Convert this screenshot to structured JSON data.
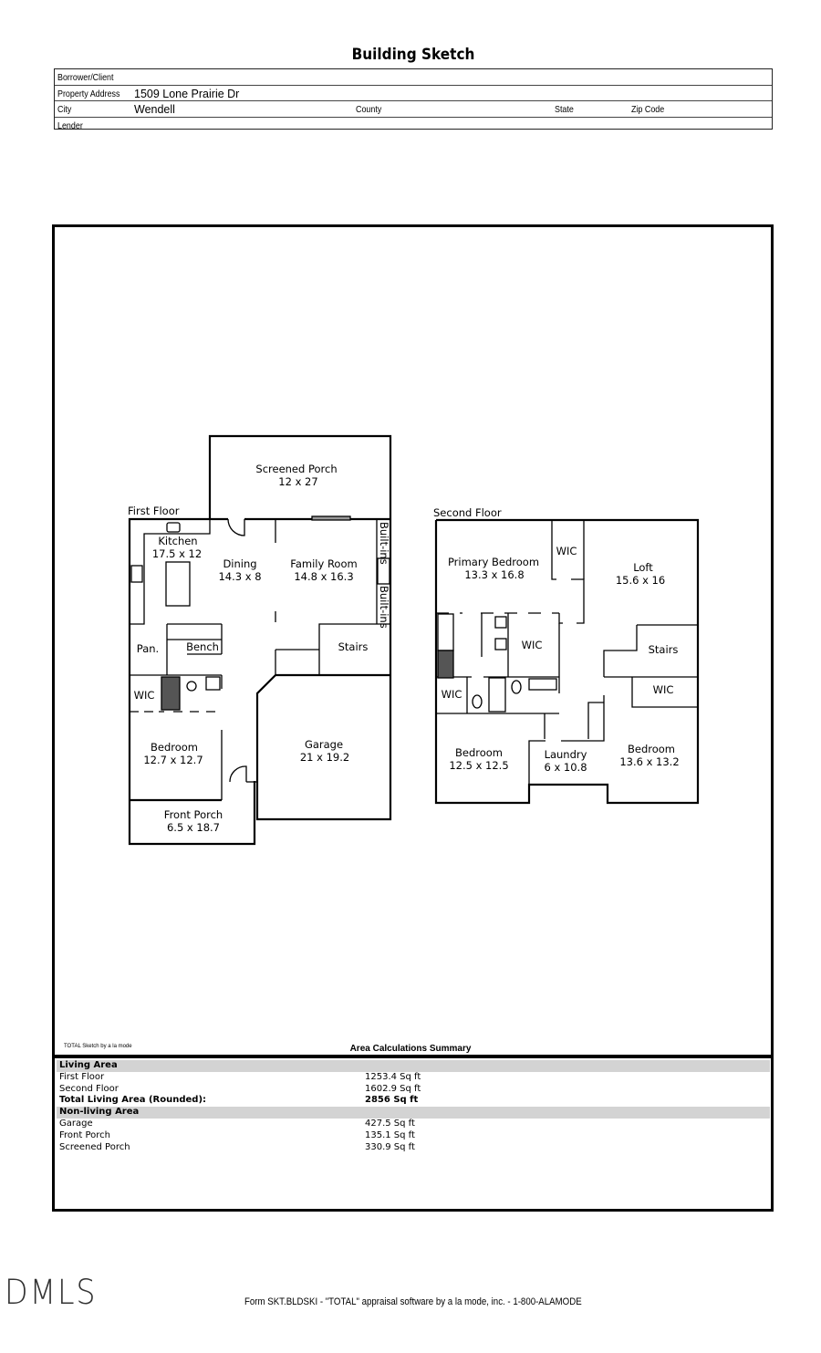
{
  "title": "Building Sketch",
  "header": {
    "borrower_label": "Borrower/Client",
    "address_label": "Property Address",
    "address": "1509 Lone Prairie Dr",
    "city_label": "City",
    "city": "Wendell",
    "county_label": "County",
    "state_label": "State",
    "zip_label": "Zip Code",
    "lender_label": "Lender"
  },
  "first_floor": {
    "label": "First Floor",
    "rooms": [
      {
        "name": "Screened Porch",
        "dims": "12 x 27"
      },
      {
        "name": "Kitchen",
        "dims": "17.5 x 12"
      },
      {
        "name": "Dining",
        "dims": "14.3 x 8"
      },
      {
        "name": "Family Room",
        "dims": "14.8 x 16.3"
      },
      {
        "name": "Pan."
      },
      {
        "name": "Bench"
      },
      {
        "name": "Stairs"
      },
      {
        "name": "WIC"
      },
      {
        "name": "Bedroom",
        "dims": "12.7 x 12.7"
      },
      {
        "name": "Garage",
        "dims": "21 x 19.2"
      },
      {
        "name": "Front Porch",
        "dims": "6.5 x 18.7"
      },
      {
        "name": "Built-ins"
      },
      {
        "name": "Built-ins"
      }
    ]
  },
  "second_floor": {
    "label": "Second Floor",
    "rooms": [
      {
        "name": "Primary Bedroom",
        "dims": "13.3 x 16.8"
      },
      {
        "name": "WIC"
      },
      {
        "name": "Loft",
        "dims": "15.6 x 16"
      },
      {
        "name": "WIC"
      },
      {
        "name": "Stairs"
      },
      {
        "name": "WIC"
      },
      {
        "name": "WIC"
      },
      {
        "name": "Bedroom",
        "dims": "12.5 x 12.5"
      },
      {
        "name": "Laundry",
        "dims": "6 x 10.8"
      },
      {
        "name": "Bedroom",
        "dims": "13.6 x 13.2"
      }
    ]
  },
  "credit": "TOTAL Sketch by a la mode",
  "summary": {
    "title": "Area Calculations Summary",
    "living_header": "Living Area",
    "living": [
      {
        "label": "First Floor",
        "value": "1253.4 Sq ft"
      },
      {
        "label": "Second Floor",
        "value": "1602.9 Sq ft"
      }
    ],
    "total_label": "Total Living Area (Rounded):",
    "total_value": "2856 Sq ft",
    "nonliving_header": "Non-living Area",
    "nonliving": [
      {
        "label": "Garage",
        "value": "427.5 Sq ft"
      },
      {
        "label": "Front Porch",
        "value": "135.1 Sq ft"
      },
      {
        "label": "Screened Porch",
        "value": "330.9 Sq ft"
      }
    ]
  },
  "logo": "DMLS",
  "footer": "Form SKT.BLDSKI - \"TOTAL\" appraisal software by a la mode, inc. - 1-800-ALAMODE"
}
